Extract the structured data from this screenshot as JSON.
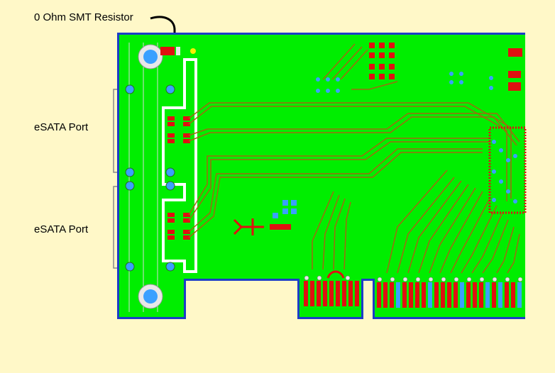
{
  "annotations": {
    "resistor_label": "0 Ohm SMT Resistor",
    "esata_port_1": "eSATA Port",
    "esata_port_2": "eSATA Port"
  },
  "colors": {
    "background": "#fff8c8",
    "board": "#00ee00",
    "board_outline": "#1c3cc8",
    "trace": "#a06a10",
    "pad_red": "#e01010",
    "via_blue": "#3aa0ff",
    "mount_hole_ring": "#e8e8e8",
    "silkscreen": "#d8d8d8"
  }
}
